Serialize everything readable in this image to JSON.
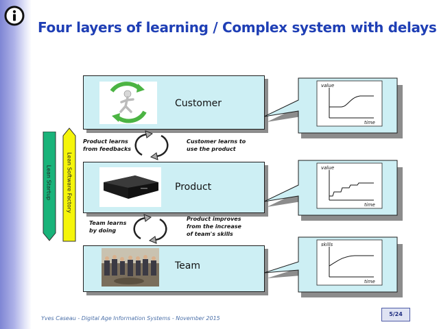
{
  "title": "Four layers of learning / Complex system with delays",
  "layers": [
    {
      "label": "Customer"
    },
    {
      "label": "Product"
    },
    {
      "label": "Team"
    }
  ],
  "notes": {
    "product_learns": [
      "Product learns",
      "from feedbacks"
    ],
    "customer_learns": [
      "Customer learns to",
      "use the product"
    ],
    "team_learns": [
      "Team learns",
      "by doing"
    ],
    "product_improves": [
      "Product improves",
      "from the increase",
      "of team's skills"
    ]
  },
  "side_bars": {
    "lean_startup": "Lean Startup",
    "lean_software_factory": "Lean Software Factory",
    "lean_startup_color": "#19b37a",
    "lean_software_factory_color": "#f5f50a"
  },
  "graphs": [
    {
      "ylabel": "value",
      "xlabel": "time",
      "shape": "delayed-rise"
    },
    {
      "ylabel": "value",
      "xlabel": "time",
      "shape": "staircase"
    },
    {
      "ylabel": "skills",
      "xlabel": "time",
      "shape": "saturating-rise"
    }
  ],
  "footer": "Yves Caseau  - Digital Age Information Systems - November 2015",
  "page": "5/24",
  "colors": {
    "title": "#1f3fb5",
    "layer_fill": "#cdeff4",
    "callout_fill": "#cdeff4",
    "sidebar": "#7f86d4"
  },
  "icons": {
    "info": "info-circle-icon",
    "cycle": "cycle-arrows-icon"
  }
}
